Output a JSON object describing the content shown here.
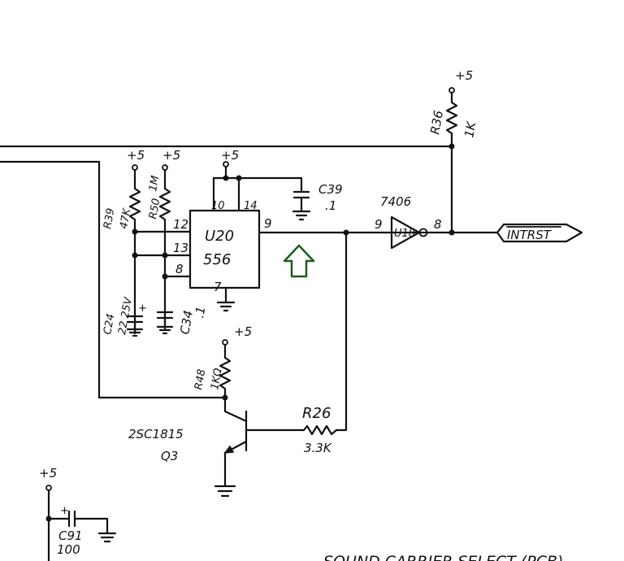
{
  "supply": {
    "r36": "+5",
    "r39": "+5",
    "r50": "+5",
    "u20_vcc": "+5",
    "r48": "+5",
    "c91": "+5"
  },
  "components": {
    "r36": {
      "ref": "R36",
      "value": "1K"
    },
    "r39": {
      "ref": "R39",
      "value": "47K"
    },
    "r50": {
      "ref": "R50",
      "value": "1M"
    },
    "u20": {
      "ref": "U20",
      "part": "556",
      "pins": {
        "p10": "10",
        "p14": "14",
        "p12": "12",
        "p13": "13",
        "p8": "8",
        "p9": "9",
        "p7": "7"
      }
    },
    "c39": {
      "ref": "C39",
      "value": ".1"
    },
    "c24": {
      "ref": "C24",
      "value": "22 25V",
      "polarity": "+"
    },
    "c34": {
      "ref": "C34",
      "value": ".1"
    },
    "u18": {
      "family": "7406",
      "ref": "U18",
      "pin_in": "9",
      "pin_out": "8"
    },
    "r48": {
      "ref": "R48",
      "value": "1KΩ"
    },
    "r26": {
      "ref": "R26",
      "value": "3.3K"
    },
    "q3": {
      "part": "2SC1815",
      "ref": "Q3"
    },
    "c91": {
      "ref": "C91",
      "value": "100",
      "polarity": "+"
    }
  },
  "net_label": "INTRST",
  "bottom_text": "SOUND CARRIER SELECT (PCB)",
  "colors": {
    "ink": "#111111",
    "arrow_fill": "#ffffff",
    "arrow_stroke": "#1d5c1d",
    "background": "#ffffff"
  },
  "icons": {
    "pointer": "up-arrow-icon"
  }
}
